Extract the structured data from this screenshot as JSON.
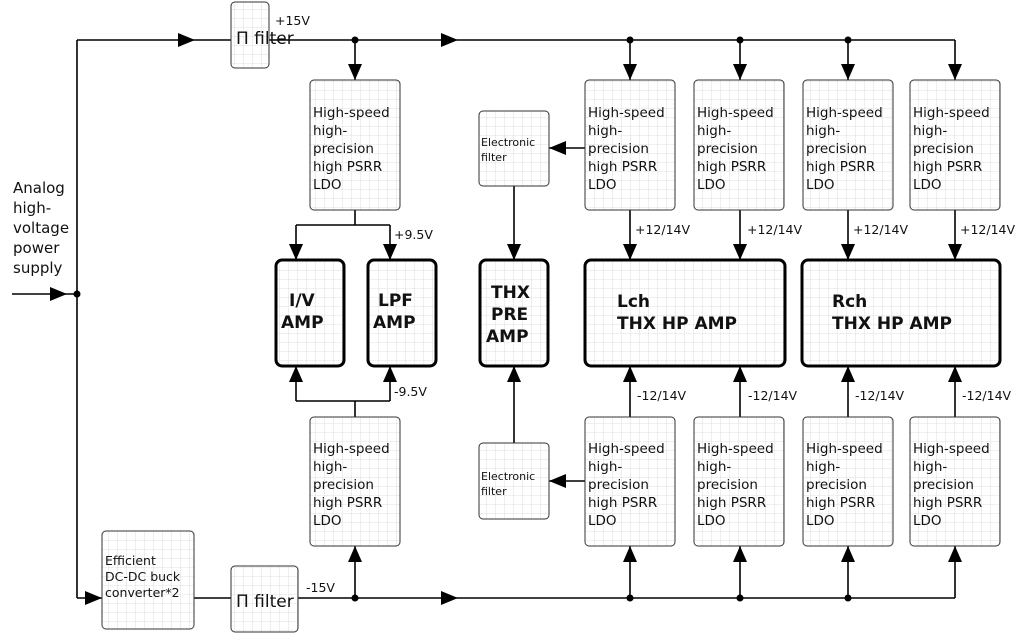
{
  "source": {
    "label_lines": [
      "Analog",
      "high-",
      "voltage",
      "power",
      "supply"
    ]
  },
  "pi_filter_label": "Π filter",
  "dcdc": {
    "label_lines": [
      "Efficient",
      "DC-DC buck",
      "converter*2"
    ]
  },
  "rails": {
    "pos15": "+15V",
    "neg15": "-15V",
    "pos9_5": "+9.5V",
    "neg9_5": "-9.5V",
    "pos12_14": "+12/14V",
    "neg12_14": "-12/14V"
  },
  "ldo_label_lines": [
    "High-speed",
    "high-",
    "precision",
    "high PSRR",
    "LDO"
  ],
  "electronic_filter_lines": [
    "Electronic",
    "filter"
  ],
  "amps": {
    "iv": [
      "I/V",
      "AMP"
    ],
    "lpf": [
      "LPF",
      "AMP"
    ],
    "thx_pre": [
      "THX",
      "PRE",
      "AMP"
    ],
    "lch": [
      "Lch",
      "THX HP AMP"
    ],
    "rch": [
      "Rch",
      "THX HP AMP"
    ]
  }
}
